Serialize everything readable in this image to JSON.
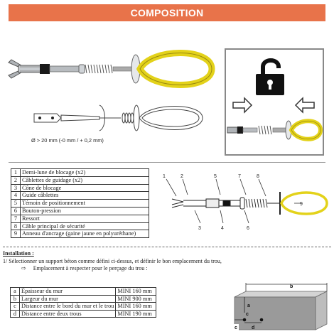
{
  "header": {
    "title": "COMPOSITION",
    "color": "#e8734a"
  },
  "diagram": {
    "diameter_note": "Ø > 20 mm (-0 mm / + 0,2 mm)",
    "lock_icon": "unlock-icon",
    "arrows": [
      "arrow-right-icon",
      "arrow-left-icon"
    ],
    "part_numbers": [
      "1",
      "2",
      "3",
      "4",
      "5",
      "6",
      "7",
      "8",
      "9"
    ]
  },
  "parts": [
    {
      "n": "1",
      "label": "Demi-lune de blocage (x2)"
    },
    {
      "n": "2",
      "label": "Câblettes de guidage (x2)"
    },
    {
      "n": "3",
      "label": "Cône de blocage"
    },
    {
      "n": "4",
      "label": "Guide câblettes"
    },
    {
      "n": "5",
      "label": "Témoin de positionnement"
    },
    {
      "n": "6",
      "label": "Bouton-pression"
    },
    {
      "n": "7",
      "label": "Ressort"
    },
    {
      "n": "8",
      "label": "Câble principal de sécurité"
    },
    {
      "n": "9",
      "label": "Anneau d'ancrage (gaine jaune en polyuréthane)"
    }
  ],
  "installation": {
    "title": "Installation :",
    "step1": "1/ Sélectionner un support béton comme défini ci-dessus, et définir le bon emplacement du trou,",
    "arrow": "⇨",
    "step1b": "Emplacement à respecter pour le perçage du trou :"
  },
  "dimensions": [
    {
      "k": "a",
      "label": "Épaisseur du mur",
      "value": "MINI 160 mm"
    },
    {
      "k": "b",
      "label": "Largeur du mur",
      "value": "MINI 900 mm"
    },
    {
      "k": "c",
      "label": "Distance entre le bord du mur et le trou",
      "value": "MINI 160 mm"
    },
    {
      "k": "d",
      "label": "Distance entre deux trous",
      "value": "MINI 190 mm"
    }
  ],
  "wall": {
    "labels": [
      "a",
      "b",
      "c",
      "d"
    ]
  }
}
